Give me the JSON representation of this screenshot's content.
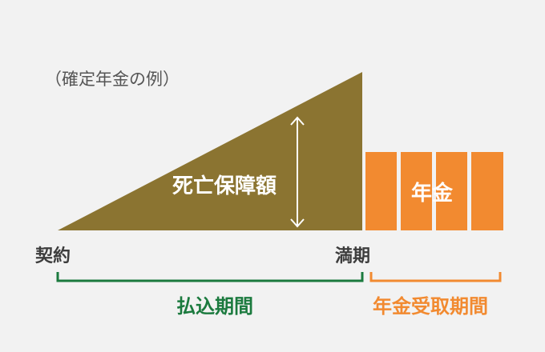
{
  "note": "（確定年金の例）",
  "triangle": {
    "label": "死亡保障額"
  },
  "annuity": {
    "label": "年金",
    "segments": 4
  },
  "timeline": {
    "start_label": "契約",
    "end_label": "満期"
  },
  "periods": {
    "payment": "払込期間",
    "receiving": "年金受取期間"
  },
  "colors": {
    "triangle": "#8b7431",
    "annuity": "#f28a30",
    "payment": "#1b7a3e",
    "receiving": "#f28a30",
    "background": "#f2f2f2"
  }
}
